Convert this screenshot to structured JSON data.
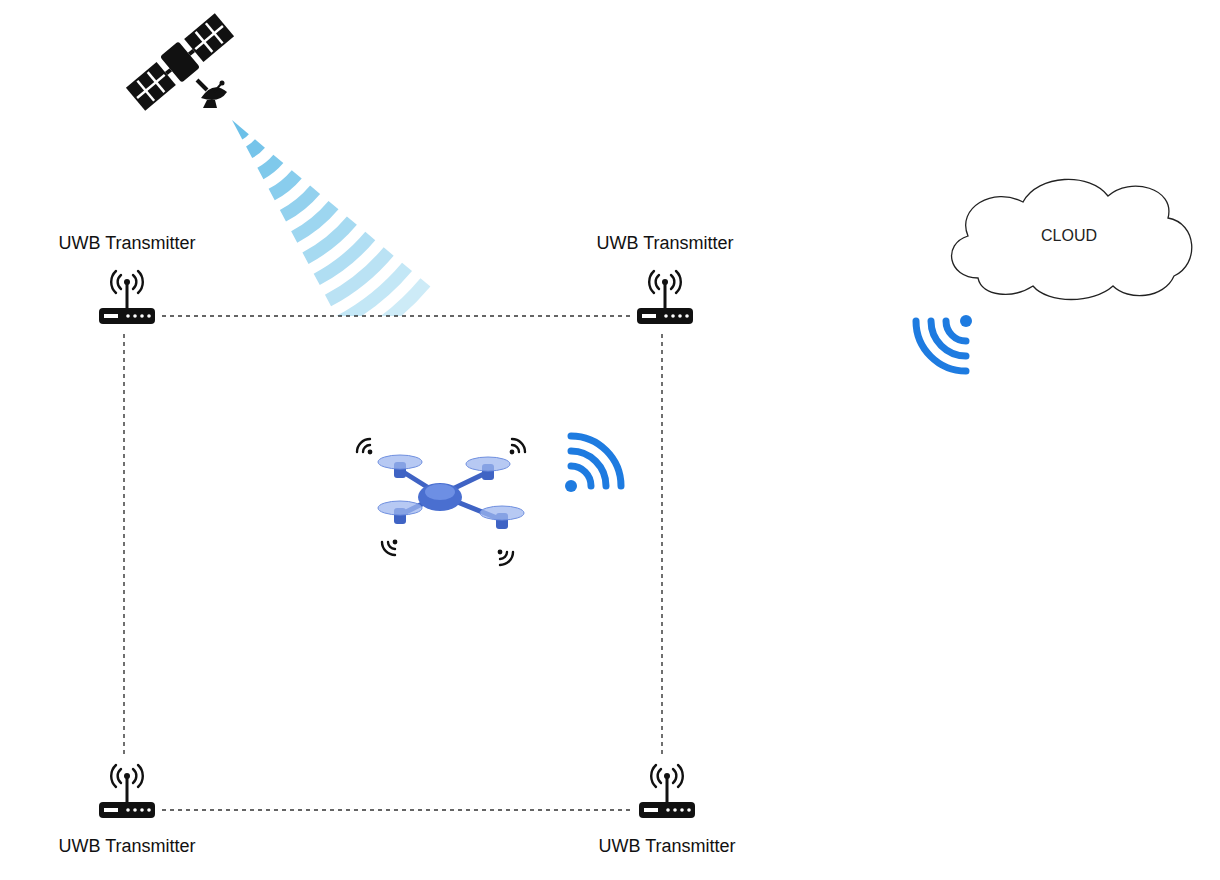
{
  "diagram": {
    "nodes": [
      {
        "text": [
          "UWB Transmitter"
        ]
      },
      {
        "text": [
          "UWB Transmitter"
        ]
      },
      {
        "text": [
          "CLOUD"
        ]
      },
      {
        "text": [
          "UWB Transmitter"
        ]
      },
      {
        "text": [
          "UWB Transmitter"
        ]
      }
    ],
    "edges": [
      {
        "from": 0,
        "to": 1,
        "arrow": "none"
      },
      {
        "from": 0,
        "to": 3,
        "arrow": "none"
      },
      {
        "from": 1,
        "to": 4,
        "arrow": "none"
      },
      {
        "from": 3,
        "to": 4,
        "arrow": "none"
      }
    ]
  }
}
